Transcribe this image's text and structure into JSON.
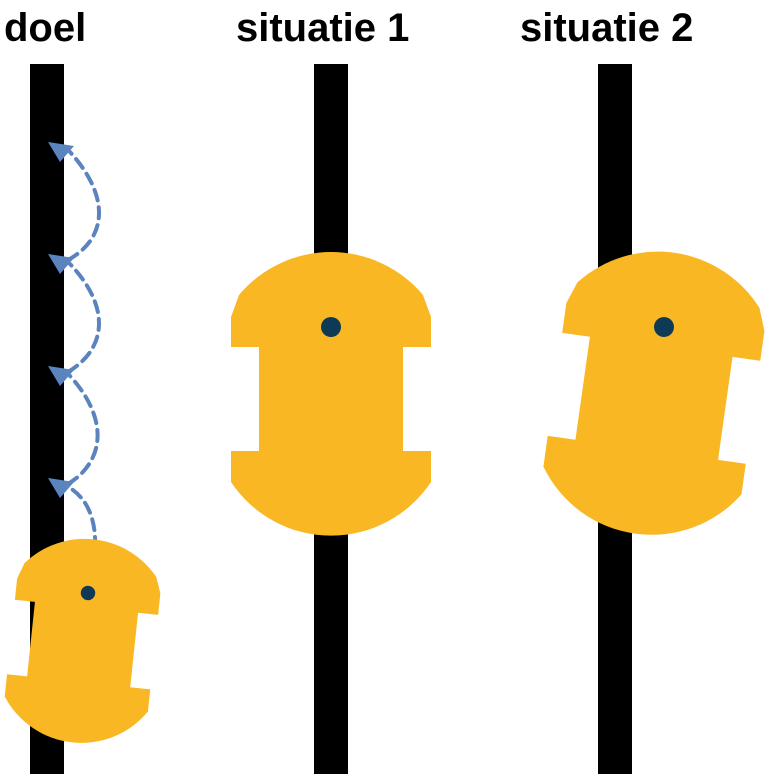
{
  "labels": {
    "goal": "doel",
    "situation_1": "situatie 1",
    "situation_2": "situatie 2"
  },
  "colors": {
    "line": "#000000",
    "robot": "#F9B724",
    "sensor_dot": "#0F3A55",
    "path_arrow": "#5B84BF",
    "background": "#FFFFFF"
  },
  "icons": {
    "robot": "line-follower-robot",
    "path": "dashed-curved-arrow"
  }
}
